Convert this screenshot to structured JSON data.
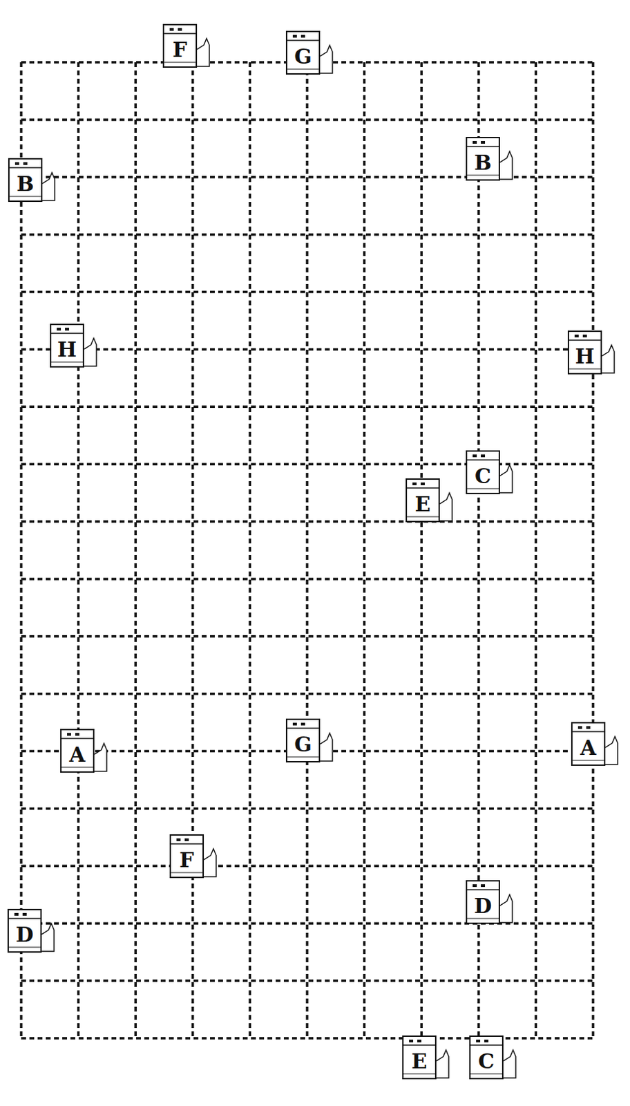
{
  "diagram": {
    "nodes": [
      {
        "text": [
          "F"
        ]
      },
      {
        "text": [
          "G"
        ]
      },
      {
        "text": [
          "B"
        ]
      },
      {
        "text": [
          "B"
        ]
      },
      {
        "text": [
          "H"
        ]
      },
      {
        "text": [
          "H"
        ]
      },
      {
        "text": [
          "C"
        ]
      },
      {
        "text": [
          "E"
        ]
      },
      {
        "text": [
          "A"
        ]
      },
      {
        "text": [
          "G"
        ]
      },
      {
        "text": [
          "A"
        ]
      },
      {
        "text": [
          "F"
        ]
      },
      {
        "text": [
          "D"
        ]
      },
      {
        "text": [
          "D"
        ]
      },
      {
        "text": [
          "E"
        ]
      },
      {
        "text": [
          "C"
        ]
      }
    ]
  }
}
